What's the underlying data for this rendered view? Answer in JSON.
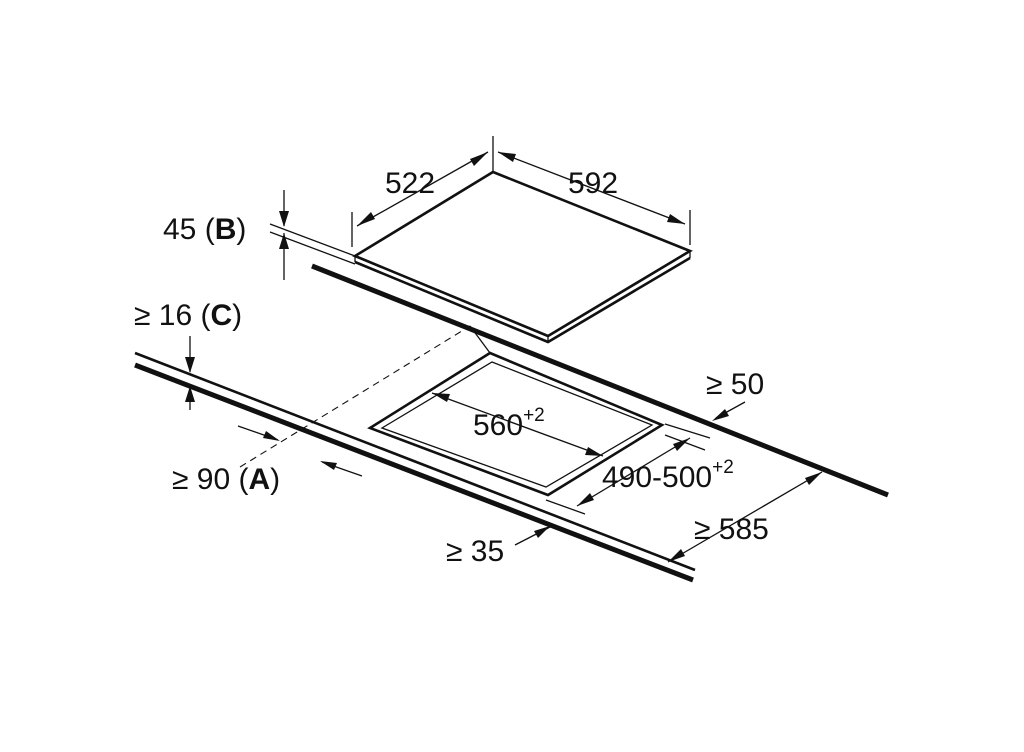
{
  "labels": {
    "width_522": "522",
    "depth_592": "592",
    "height_45": "45 (",
    "height_45_ref": "B",
    "min_16": "≥ 16 (",
    "min_16_ref": "C",
    "min_50": "≥ 50",
    "cutout_560": "560",
    "cutout_560_tol": "+2",
    "cutout_490_500": "490-500",
    "cutout_490_500_tol": "+2",
    "min_90": "≥ 90 (",
    "min_90_ref": "A",
    "min_585": "≥ 585",
    "min_35": "≥ 35",
    "close_paren": ")"
  }
}
